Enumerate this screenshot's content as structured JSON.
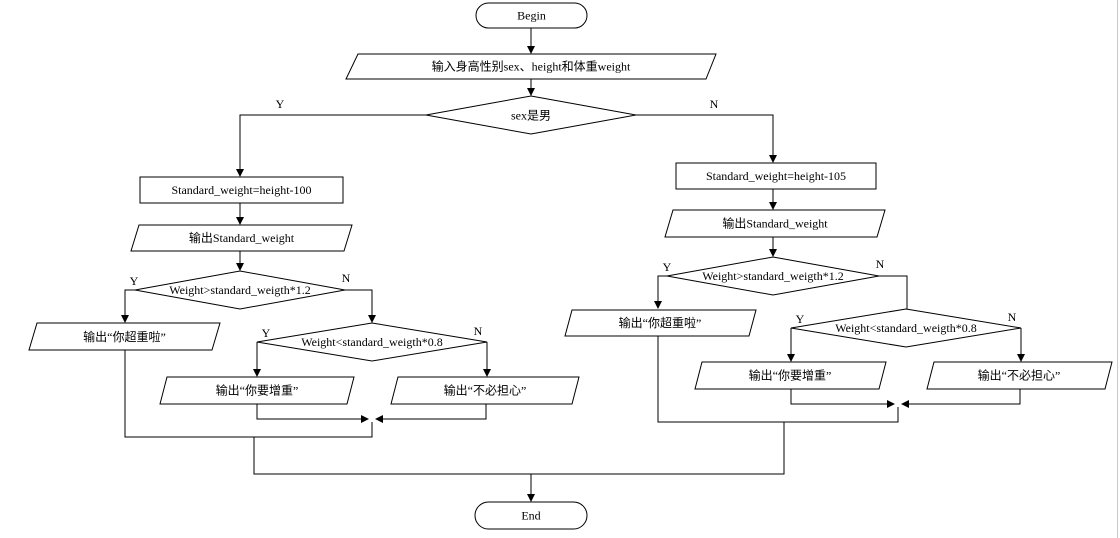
{
  "flowchart": {
    "begin": "Begin",
    "end": "End",
    "input": "输入身高性别sex、height和体重weight",
    "decision_sex": "sex是男",
    "male": {
      "branch_label": "Y",
      "formula": "Standard_weight=height-100",
      "output_standard": "输出Standard_weight",
      "check_over": "Weight>standard_weigth*1.2",
      "over_yes_label": "Y",
      "over_no_label": "N",
      "output_over": "输出“你超重啦”",
      "check_under": "Weight<standard_weigth*0.8",
      "under_yes_label": "Y",
      "under_no_label": "N",
      "output_under": "输出“你要增重”",
      "output_ok": "输出“不必担心”"
    },
    "female": {
      "branch_label": "N",
      "formula": "Standard_weight=height-105",
      "output_standard": "输出Standard_weight",
      "check_over": "Weight>standard_weigth*1.2",
      "over_yes_label": "Y",
      "over_no_label": "N",
      "output_over": "输出“你超重啦”",
      "check_under": "Weight<standard_weigth*0.8",
      "under_yes_label": "Y",
      "under_no_label": "N",
      "output_under": "输出“你要增重”",
      "output_ok": "输出“不必担心”"
    }
  }
}
